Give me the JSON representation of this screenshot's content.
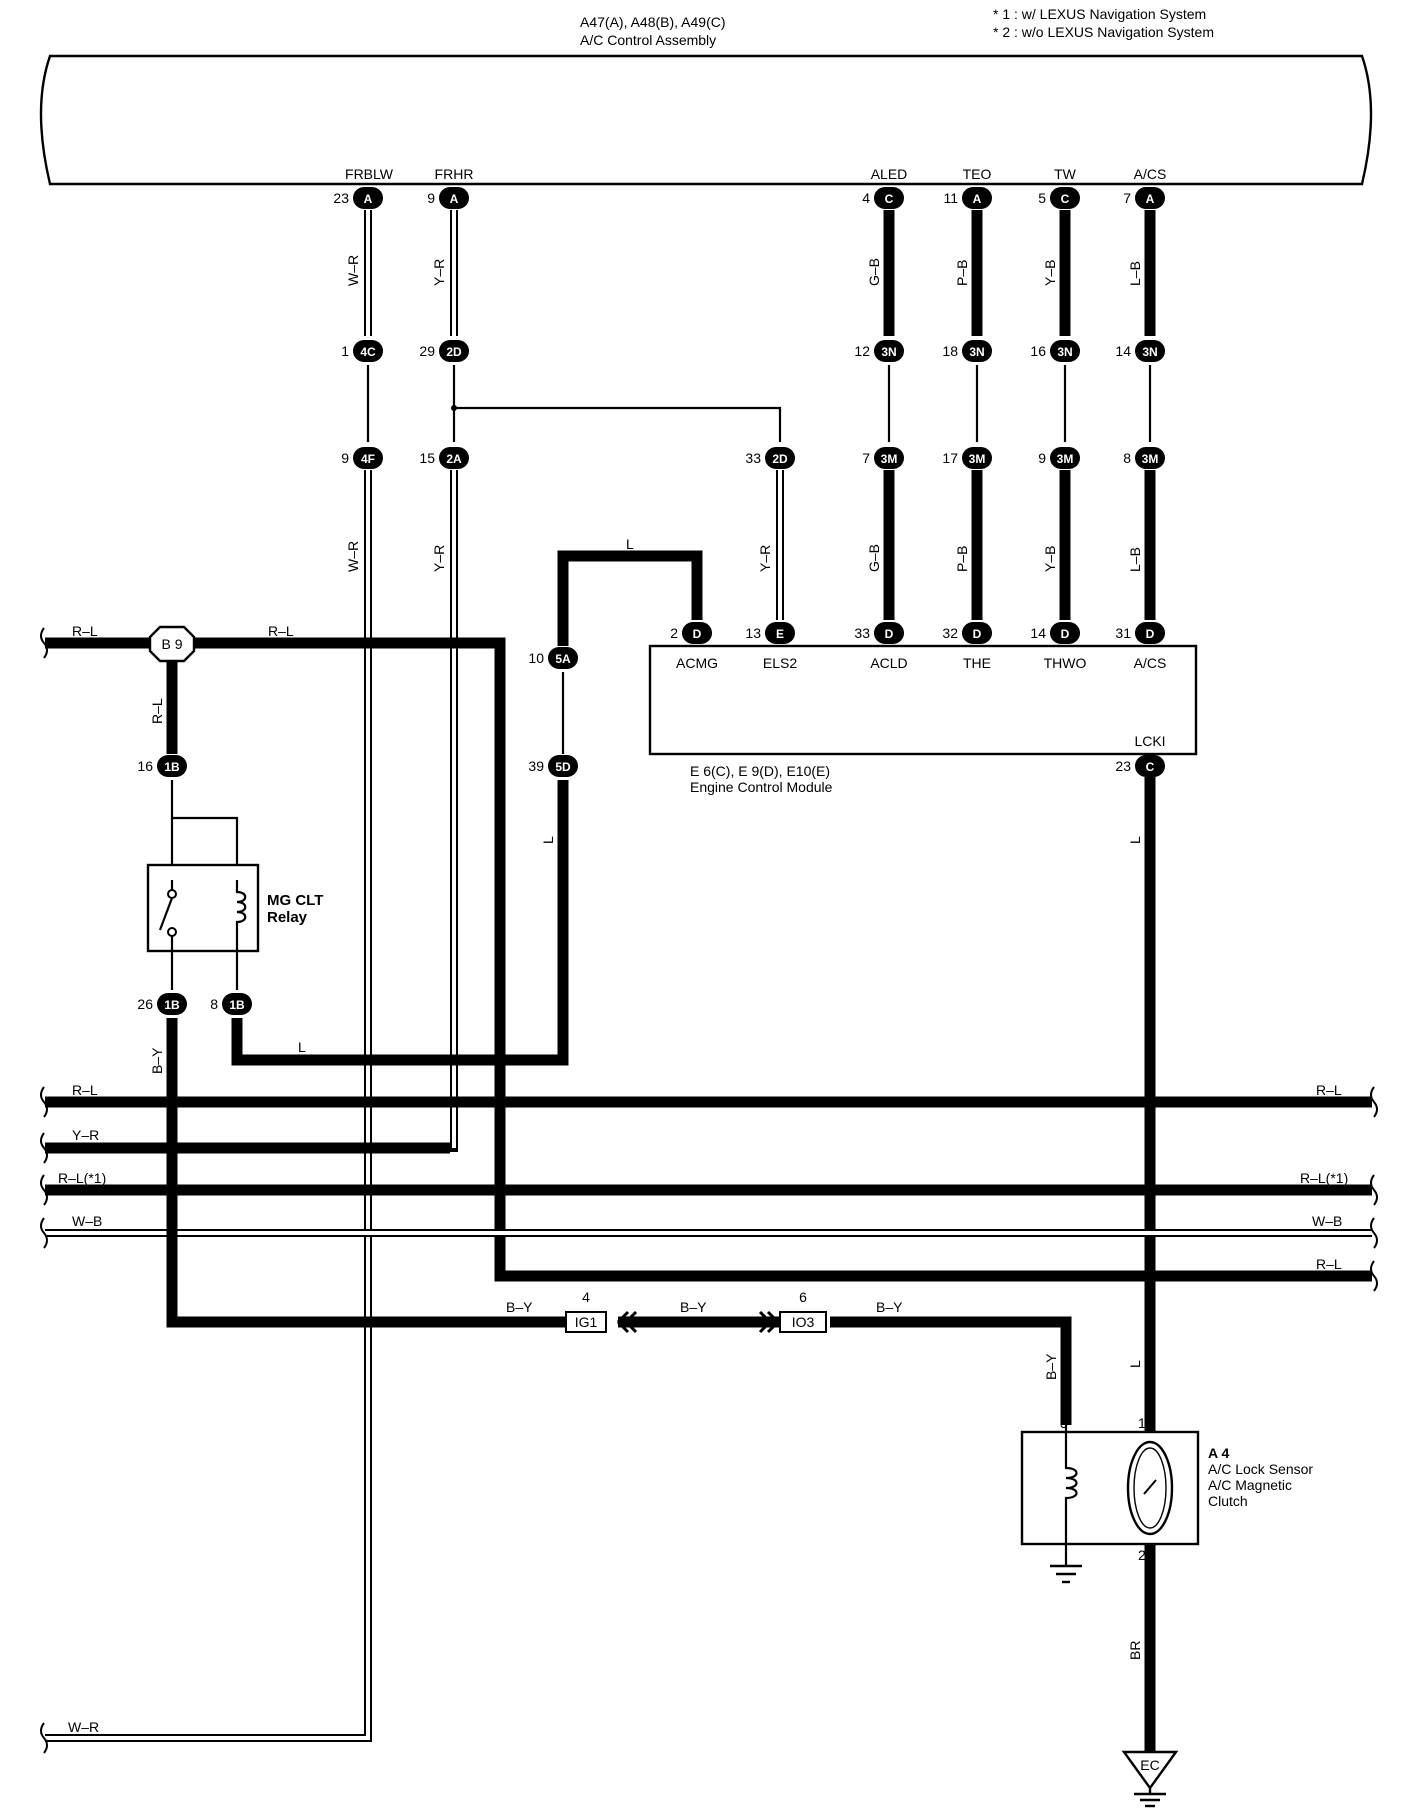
{
  "notes": {
    "n1": "* 1 : w/ LEXUS Navigation System",
    "n2": "* 2 : w/o LEXUS Navigation System"
  },
  "ac_control": {
    "code": "A47(A), A48(B), A49(C)",
    "name": "A/C Control Assembly",
    "terminals": [
      "FRBLW",
      "FRHR",
      "ALED",
      "TEO",
      "TW",
      "A/CS"
    ],
    "pins": [
      "23",
      "9",
      "4",
      "11",
      "5",
      "7"
    ],
    "conn_letters": [
      "A",
      "A",
      "C",
      "A",
      "C",
      "A"
    ]
  },
  "ecm": {
    "code": "E 6(C), E 9(D), E10(E)",
    "name": "Engine Control Module",
    "terminals": [
      "ACMG",
      "ELS2",
      "ACLD",
      "THE",
      "THWO",
      "A/CS",
      "LCKI"
    ],
    "pins": [
      "2",
      "13",
      "33",
      "32",
      "14",
      "31",
      "23"
    ],
    "conn_letters": [
      "D",
      "E",
      "D",
      "D",
      "D",
      "D",
      "C"
    ]
  },
  "relay": {
    "name1": "MG CLT",
    "name2": "Relay"
  },
  "sensor": {
    "code": "A 4",
    "name1": "A/C Lock Sensor",
    "name2": "A/C Magnetic",
    "name3": "Clutch",
    "pins": [
      "3",
      "1",
      "2"
    ]
  },
  "junctions": {
    "j1": {
      "pin": "1",
      "conn": "4C"
    },
    "j2": {
      "pin": "29",
      "conn": "2D"
    },
    "j3": {
      "pin": "12",
      "conn": "3N"
    },
    "j4": {
      "pin": "18",
      "conn": "3N"
    },
    "j5": {
      "pin": "16",
      "conn": "3N"
    },
    "j6": {
      "pin": "14",
      "conn": "3N"
    },
    "j7": {
      "pin": "9",
      "conn": "4F"
    },
    "j8": {
      "pin": "15",
      "conn": "2A"
    },
    "j9": {
      "pin": "33",
      "conn": "2D"
    },
    "j10": {
      "pin": "7",
      "conn": "3M"
    },
    "j11": {
      "pin": "17",
      "conn": "3M"
    },
    "j12": {
      "pin": "9",
      "conn": "3M"
    },
    "j13": {
      "pin": "8",
      "conn": "3M"
    },
    "j14": {
      "pin": "10",
      "conn": "5A"
    },
    "j15": {
      "pin": "39",
      "conn": "5D"
    },
    "j16": {
      "pin": "16",
      "conn": "1B"
    },
    "j17": {
      "pin": "26",
      "conn": "1B"
    },
    "j18": {
      "pin": "8",
      "conn": "1B"
    }
  },
  "splice": "B 9",
  "ground": "EC",
  "inline": {
    "ig1": {
      "pin": "4",
      "name": "IG1"
    },
    "io3": {
      "pin": "6",
      "name": "IO3"
    }
  },
  "wires": {
    "wr": "W–R",
    "yr": "Y–R",
    "gb": "G–B",
    "pb": "P–B",
    "yb": "Y–B",
    "lb": "L–B",
    "l": "L",
    "rl": "R–L",
    "rl1": "R–L(*1)",
    "wb": "W–B",
    "by": "B–Y",
    "br": "BR"
  }
}
